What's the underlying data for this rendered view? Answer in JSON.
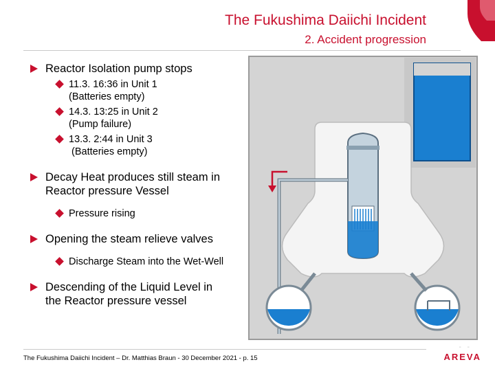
{
  "header": {
    "title": "The Fukushima Daiichi Incident",
    "subtitle": "2. Accident progression"
  },
  "bullets": [
    {
      "text": "Reactor Isolation pump stops",
      "subs": [
        {
          "line1": "11.3. 16:36 in Unit 1",
          "line2": "(Batteries empty)"
        },
        {
          "line1": "14.3. 13:25 in Unit 2",
          "line2": "(Pump failure)"
        },
        {
          "line1": "13.3. 2:44 in Unit 3",
          "line2": " (Batteries empty)"
        }
      ]
    },
    {
      "line1": "Decay Heat produces still steam in",
      "line2": "Reactor pressure Vessel",
      "subs": [
        {
          "line1": "Pressure rising"
        }
      ]
    },
    {
      "text": "Opening the steam relieve valves",
      "subs": [
        {
          "line1": "Discharge Steam into the Wet-Well"
        }
      ]
    },
    {
      "line1": "Descending of the Liquid Level in",
      "line2": "the Reactor pressure vessel"
    }
  ],
  "footer": {
    "text": "The Fukushima Daiichi Incident – Dr. Matthias Braun - 30 December 2021 - p. 15",
    "logo": "AREVA"
  },
  "colors": {
    "accent": "#c8102e",
    "water": "#1a7fd0",
    "concrete": "#c8c8c8",
    "vessel": "#c4d3de"
  }
}
